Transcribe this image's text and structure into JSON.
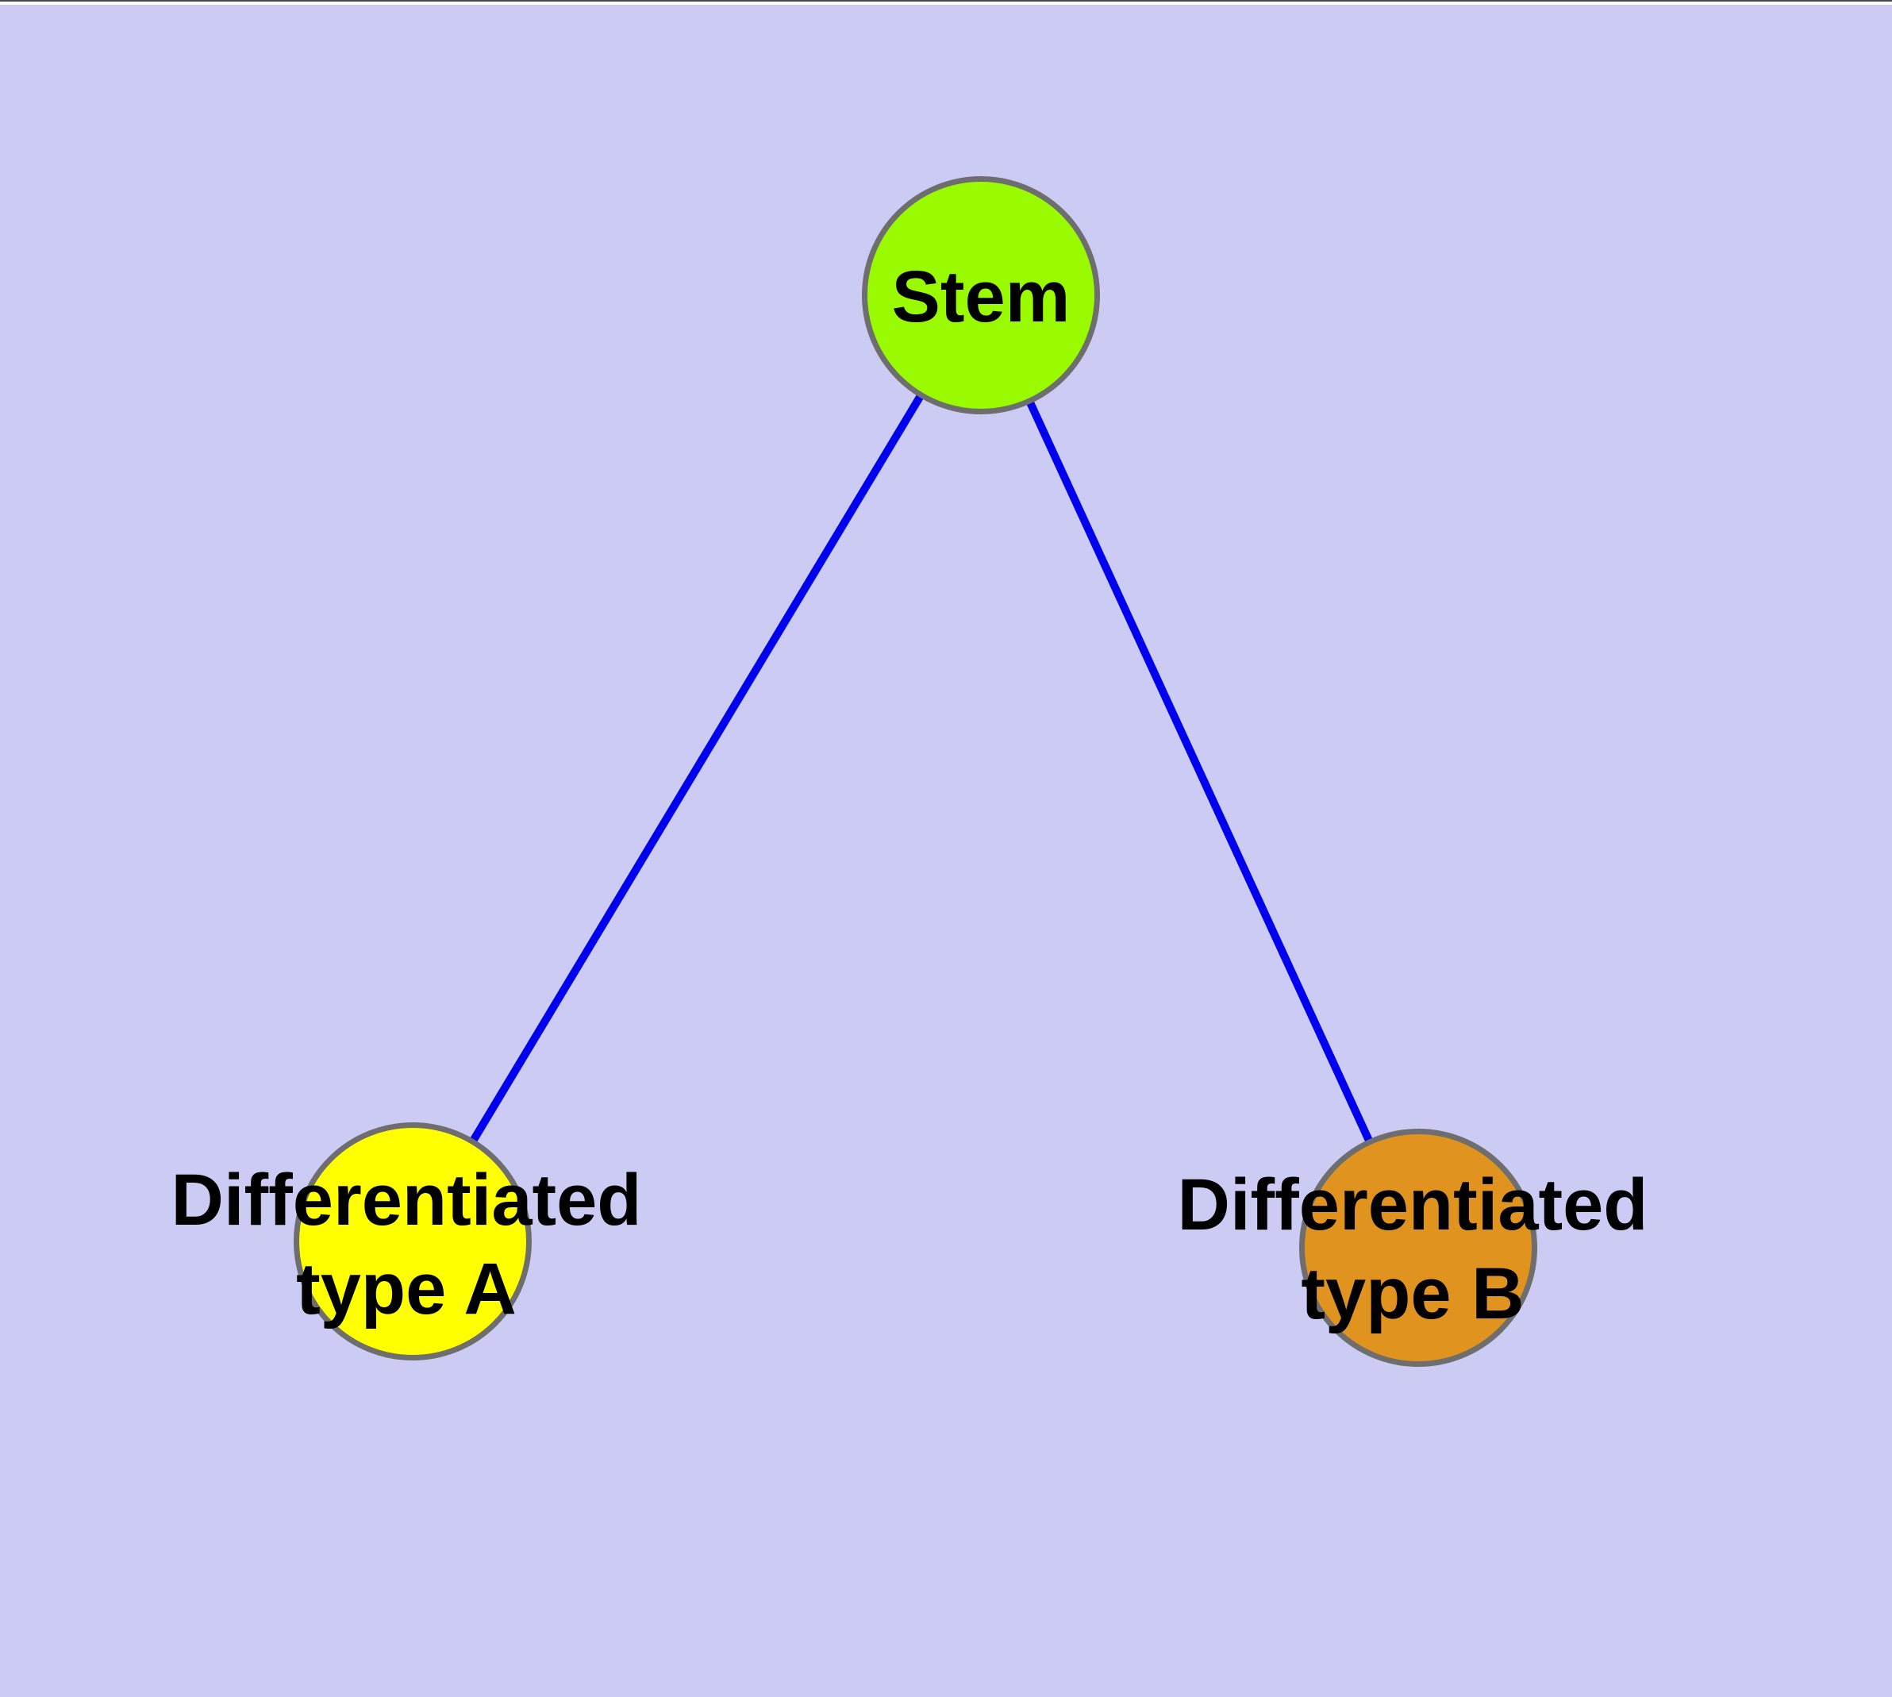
{
  "diagram": {
    "background_color": "#CBCBF3",
    "edge_color": "#0000EE",
    "node_border_color": "#6E6E6E",
    "label_color": "#000000",
    "nodes": [
      {
        "id": "stem",
        "label": "Stem",
        "fill": "#9AFB00"
      },
      {
        "id": "type-a",
        "label": "Differentiated\ntype A",
        "fill": "#FFFF00"
      },
      {
        "id": "type-b",
        "label": "Differentiated\ntype B",
        "fill": "#E0941F"
      }
    ],
    "edges": [
      {
        "from": "stem",
        "to": "type-a"
      },
      {
        "from": "stem",
        "to": "type-b"
      }
    ]
  },
  "chrome": {
    "top_line_color": "#46465A",
    "top_strip_color": "#FFFFFF"
  }
}
